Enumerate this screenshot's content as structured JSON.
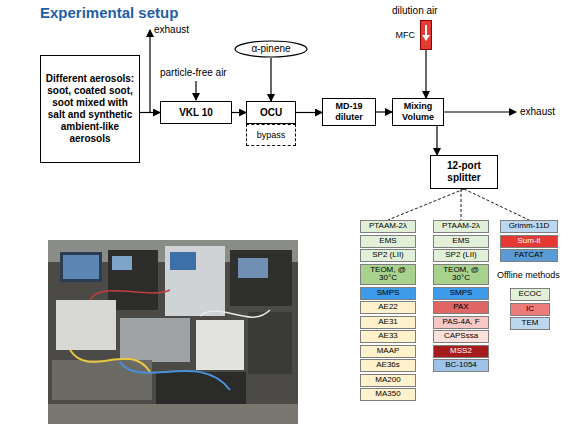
{
  "diagram": {
    "title": "Experimental setup",
    "nodes": [
      {
        "text": [
          "Different aerosols: soot, coated soot, soot mixed with salt and synthetic ambient-like aerosols"
        ]
      },
      {
        "text": [
          "VKL 10"
        ]
      },
      {
        "text": [
          "α-pinene"
        ]
      },
      {
        "text": [
          "OCU"
        ]
      },
      {
        "text": [
          "bypass"
        ]
      },
      {
        "text": [
          "MD-19 diluter"
        ]
      },
      {
        "text": [
          "MFC"
        ]
      },
      {
        "text": [
          "Mixing Volume"
        ]
      },
      {
        "text": [
          "12-port splitter"
        ]
      },
      {
        "text": [
          "PTAAM-2λ"
        ]
      },
      {
        "text": [
          "EMS"
        ]
      },
      {
        "text": [
          "SP2 (LII)"
        ]
      },
      {
        "text": [
          "TEOM, @ 30°C"
        ]
      },
      {
        "text": [
          "SMPS"
        ]
      },
      {
        "text": [
          "AE22"
        ]
      },
      {
        "text": [
          "AE31"
        ]
      },
      {
        "text": [
          "AE33"
        ]
      },
      {
        "text": [
          "MAAP"
        ]
      },
      {
        "text": [
          "AE36s"
        ]
      },
      {
        "text": [
          "MA200"
        ]
      },
      {
        "text": [
          "MA350"
        ]
      },
      {
        "text": [
          "PTAAM-2λ"
        ]
      },
      {
        "text": [
          "EMS"
        ]
      },
      {
        "text": [
          "SP2 (LII)"
        ]
      },
      {
        "text": [
          "TEOM, @ 30°C"
        ]
      },
      {
        "text": [
          "SMPS"
        ]
      },
      {
        "text": [
          "PAX"
        ]
      },
      {
        "text": [
          "PAS-4A, F"
        ]
      },
      {
        "text": [
          "CAPSssa"
        ]
      },
      {
        "text": [
          "MSS2"
        ]
      },
      {
        "text": [
          "BC-1054"
        ]
      },
      {
        "text": [
          "Grimm-11D"
        ]
      },
      {
        "text": [
          "Sum-it"
        ]
      },
      {
        "text": [
          "FATCAT"
        ]
      },
      {
        "text": [
          "ECOC"
        ]
      },
      {
        "text": [
          "IC"
        ]
      },
      {
        "text": [
          "TEM"
        ]
      }
    ],
    "edges": [
      {
        "from": 0,
        "to": 1,
        "arrow": "to"
      },
      {
        "from": 1,
        "to": 3,
        "arrow": "to"
      },
      {
        "from": 2,
        "to": 3,
        "arrow": "to"
      },
      {
        "from": 3,
        "to": 5,
        "arrow": "to"
      },
      {
        "from": 5,
        "to": 7,
        "arrow": "to"
      },
      {
        "from": 6,
        "to": 7,
        "arrow": "to"
      },
      {
        "from": 7,
        "to": 8,
        "arrow": "to"
      },
      {
        "from": 8,
        "to": 9,
        "arrow": "none"
      },
      {
        "from": 8,
        "to": 21,
        "arrow": "none"
      },
      {
        "from": 8,
        "to": 31,
        "arrow": "none"
      }
    ],
    "labels": [
      "exhaust",
      "particle-free air",
      "dilution air",
      "exhaust",
      "Offline methods"
    ]
  }
}
